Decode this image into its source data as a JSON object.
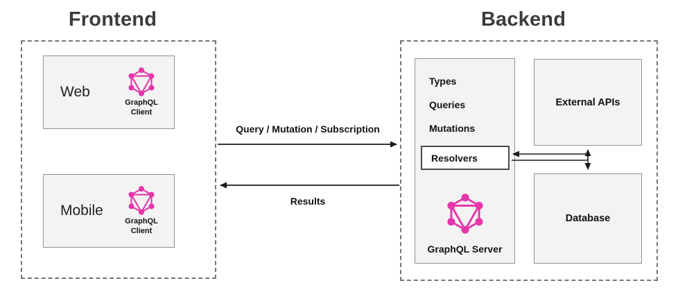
{
  "frontend": {
    "title": "Frontend",
    "nodes": [
      {
        "label": "Web",
        "client": "GraphQL Client"
      },
      {
        "label": "Mobile",
        "client": "GraphQL Client"
      }
    ]
  },
  "flows": {
    "request": "Query / Mutation / Subscription",
    "response": "Results"
  },
  "backend": {
    "title": "Backend",
    "server": {
      "schema_items": [
        "Types",
        "Queries",
        "Mutations"
      ],
      "resolvers": "Resolvers",
      "label": "GraphQL Server"
    },
    "external_apis": "External APIs",
    "database": "Database"
  },
  "colors": {
    "graphql_pink": "#E535AB",
    "node_fill": "#F3F3F3",
    "node_border": "#909090",
    "dashed_border": "#757575",
    "heading": "#3C3C3C",
    "text": "#111111",
    "arrow": "#1A1A1A"
  }
}
